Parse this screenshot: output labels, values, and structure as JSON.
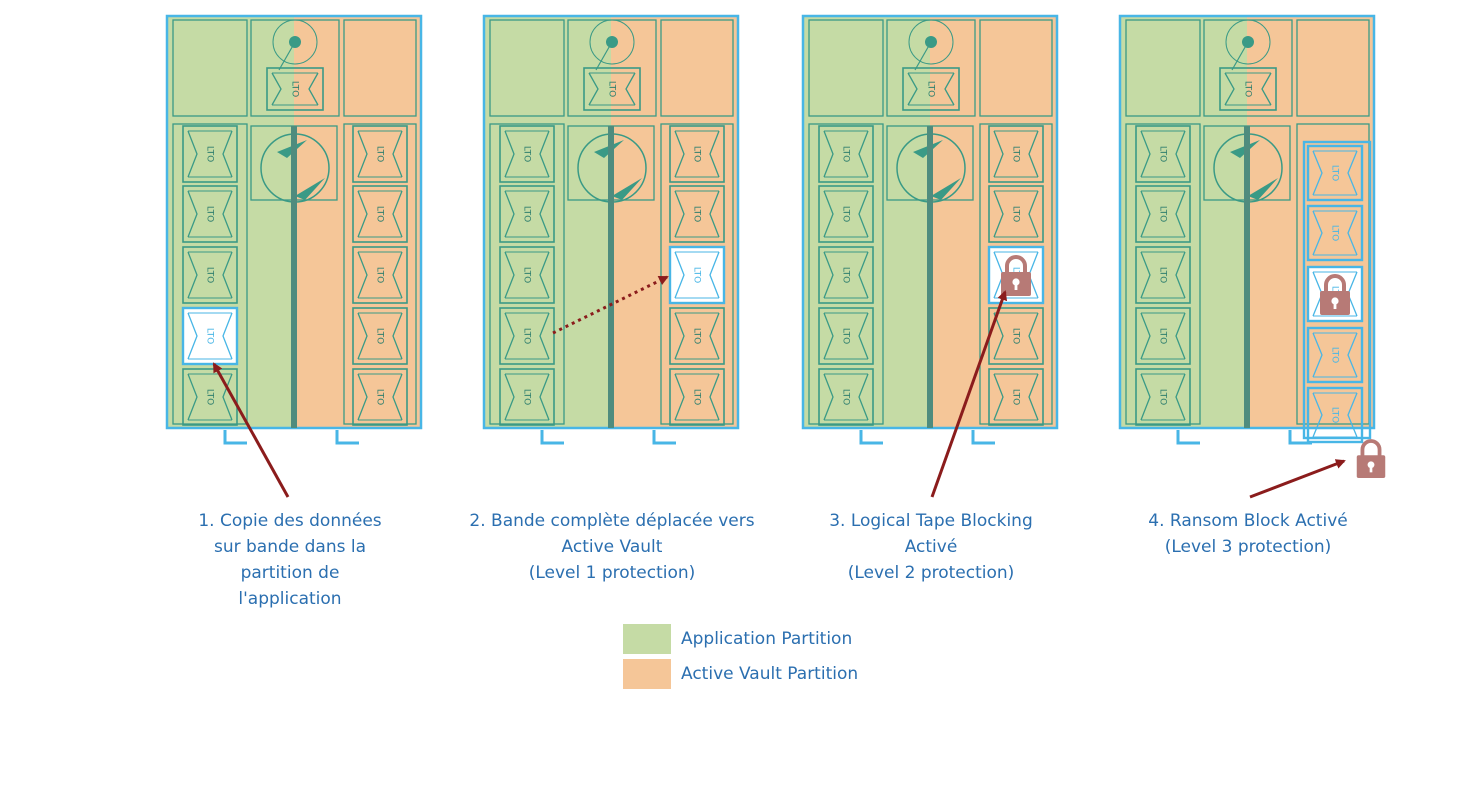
{
  "colors": {
    "application": "#c5dba5",
    "vault": "#f5c698",
    "teal": "#3a9a86",
    "blue": "#48b6e6",
    "lock": "#b77a76",
    "arrow": "#8b1c1c",
    "text": "#2b6fb0"
  },
  "tape_label": "LTO",
  "panels": [
    {
      "id": "step-1",
      "highlight": "left-4",
      "caption_lines": [
        "1. Copie des données",
        "sur bande dans la",
        "partition de",
        "l'application"
      ]
    },
    {
      "id": "step-2",
      "highlight": "right-3",
      "caption_lines": [
        "2. Bande complète déplacée vers",
        "Active Vault",
        "(Level 1 protection)"
      ]
    },
    {
      "id": "step-3",
      "highlight": "right-3-locked",
      "caption_lines": [
        "3. Logical Tape Blocking",
        "Activé",
        "(Level 2 protection)"
      ]
    },
    {
      "id": "step-4",
      "highlight": "right-locked-column",
      "caption_lines": [
        "4. Ransom Block Activé",
        "(Level 3 protection)"
      ]
    }
  ],
  "legend": [
    {
      "label": "Application Partition",
      "color": "#c5dba5"
    },
    {
      "label": "Active Vault Partition",
      "color": "#f5c698"
    }
  ],
  "icons": [
    "lock-icon",
    "lto-tape-icon",
    "robot-arm-icon"
  ]
}
